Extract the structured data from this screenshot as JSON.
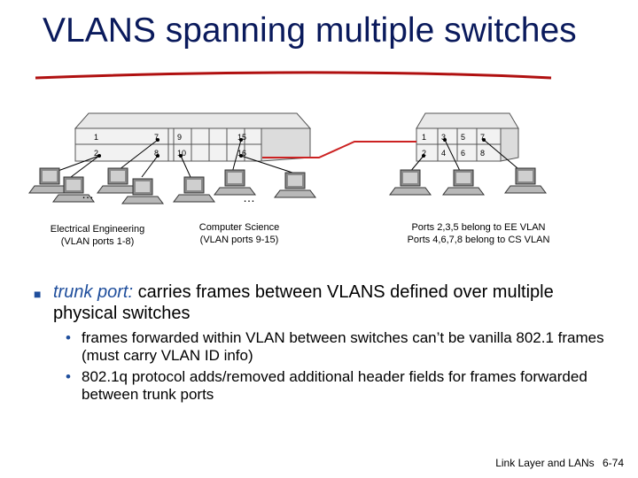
{
  "title": "VLANS spanning multiple switches",
  "colors": {
    "title": "#0a1a5c",
    "accent": "#1f4e9c",
    "trunk_link": "#cc2222",
    "underline": "#b01010"
  },
  "switch_left": {
    "ports_top": [
      "1",
      "7",
      "9",
      "15"
    ],
    "ports_bottom": [
      "2",
      "8",
      "10",
      "16"
    ]
  },
  "switch_right": {
    "ports_top": [
      "1",
      "3",
      "5",
      "7"
    ],
    "ports_bottom": [
      "2",
      "4",
      "6",
      "8"
    ]
  },
  "ellipsis": "…",
  "labels": {
    "ee_line1": "Electrical Engineering",
    "ee_line2": "(VLAN ports 1-8)",
    "cs_line1": "Computer Science",
    "cs_line2": "(VLAN ports 9-15)",
    "right_line1": "Ports 2,3,5 belong to EE VLAN",
    "right_line2": "Ports 4,6,7,8 belong to CS VLAN"
  },
  "bullets": {
    "main_em": "trunk port:",
    "main_rest": " carries frames between VLANS defined over multiple physical switches",
    "sub1": "frames forwarded within VLAN between switches can’t be vanilla 802.1 frames (must carry VLAN ID info)",
    "sub2": "802.1q protocol adds/removed additional header fields for frames forwarded between trunk ports"
  },
  "footer": {
    "section": "Link Layer and LANs",
    "page": "6-74"
  }
}
